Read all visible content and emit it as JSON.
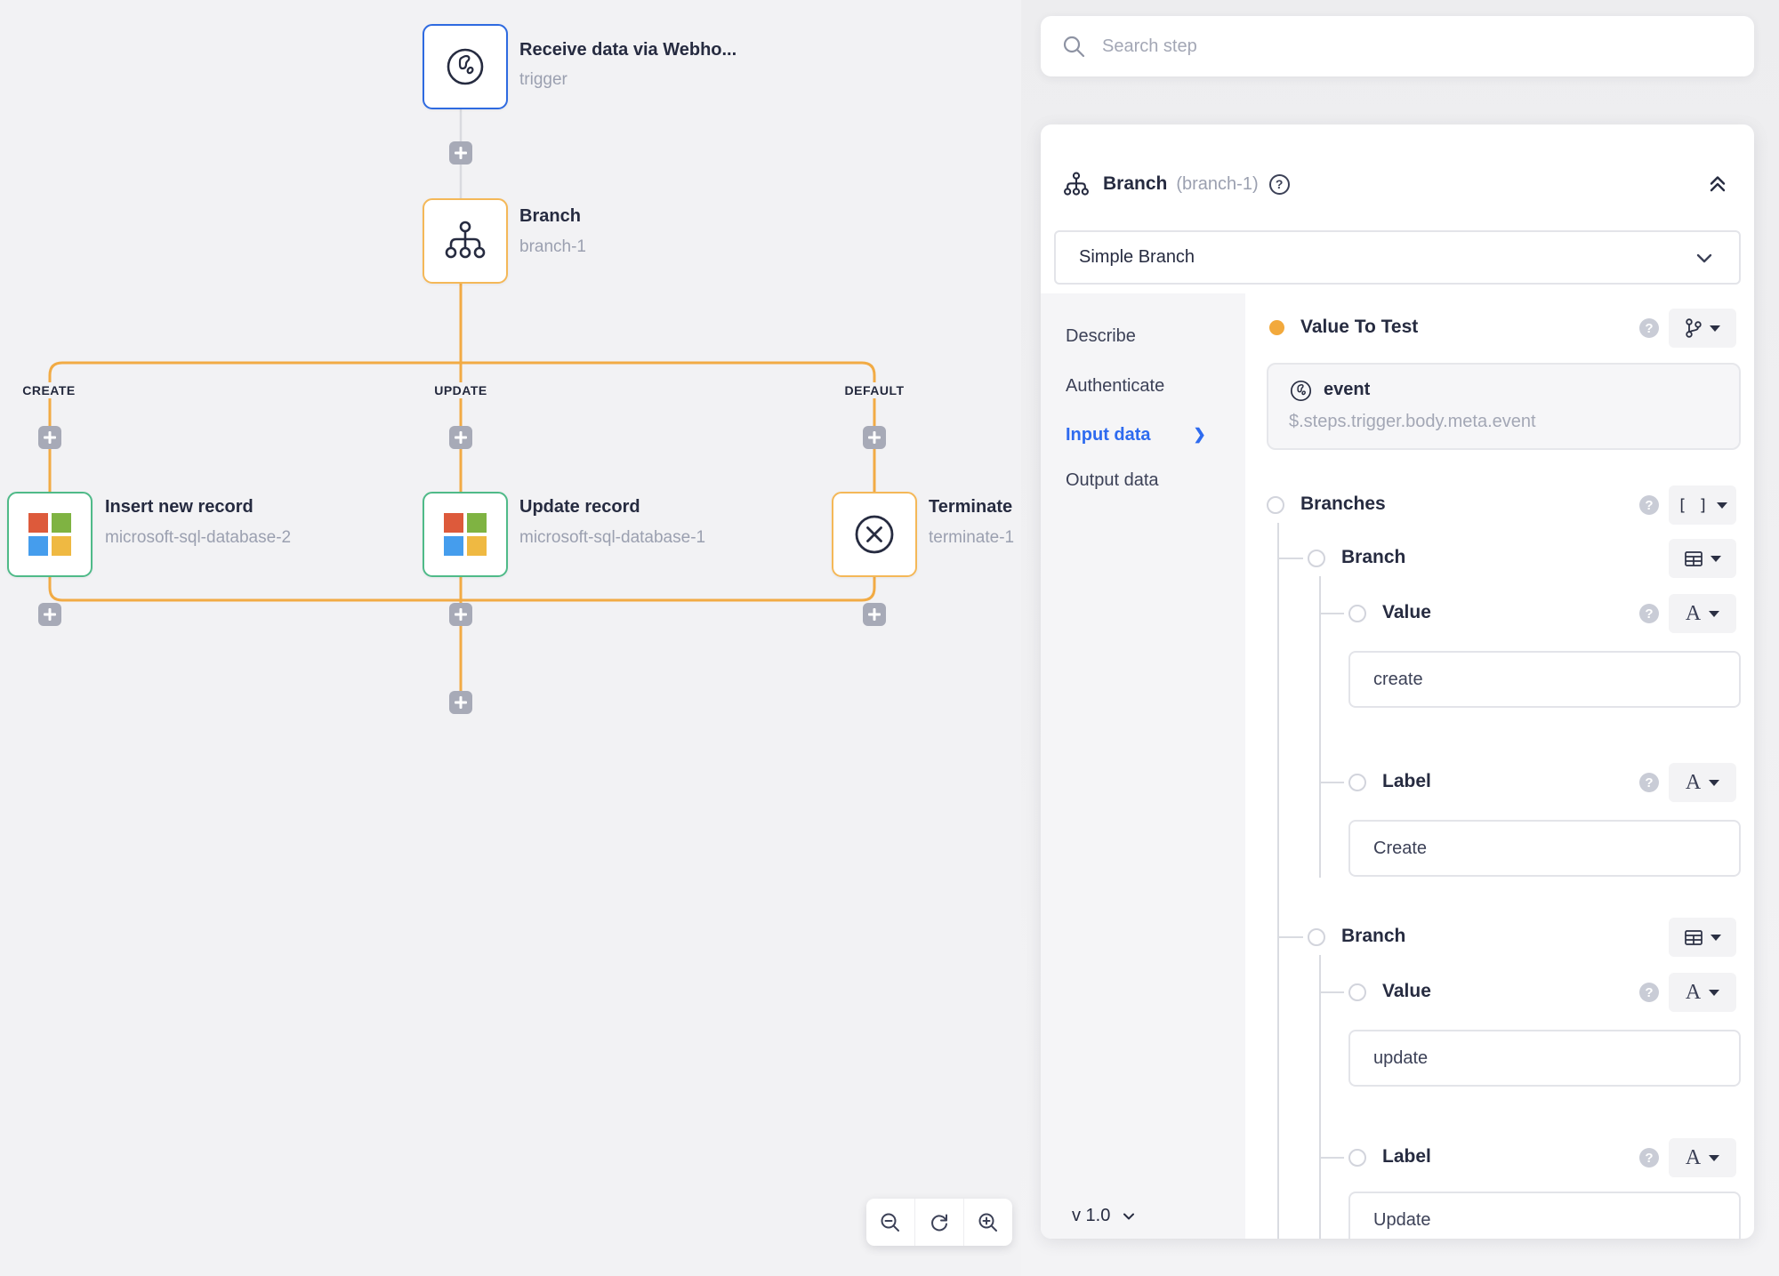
{
  "colors": {
    "trigger_border_blue": "#2e6ae0",
    "branch_border_orange": "#f4b858",
    "action_border_green": "#4fba88",
    "connector_orange": "#f2ab44",
    "tab_active_blue": "#2e6bef",
    "value_dot_orange": "#f2a93c",
    "ms_red": "#dd5a3b",
    "ms_green": "#7fb342",
    "ms_blue": "#459ded",
    "ms_yellow": "#efb942"
  },
  "canvas": {
    "trigger": {
      "title": "Receive data via Webho...",
      "subtitle": "trigger"
    },
    "branch_node": {
      "title": "Branch",
      "subtitle": "branch-1"
    },
    "branch_labels": {
      "create": "CREATE",
      "update": "UPDATE",
      "default": "DEFAULT"
    },
    "insert_node": {
      "title": "Insert new record",
      "subtitle": "microsoft-sql-database-2"
    },
    "update_node": {
      "title": "Update record",
      "subtitle": "microsoft-sql-database-1"
    },
    "terminate_node": {
      "title": "Terminate",
      "subtitle": "terminate-1"
    }
  },
  "search": {
    "placeholder": "Search step"
  },
  "panel": {
    "header": {
      "title": "Branch",
      "id": "(branch-1)"
    },
    "dropdown_value": "Simple Branch",
    "tabs": [
      {
        "label": "Describe"
      },
      {
        "label": "Authenticate"
      },
      {
        "label": "Input data"
      },
      {
        "label": "Output data"
      }
    ],
    "version": "v 1.0",
    "content": {
      "value_to_test_label": "Value To Test",
      "token": {
        "name": "event",
        "path": "$.steps.trigger.body.meta.event"
      },
      "branches_label": "Branches",
      "type_glyphs": {
        "array": "[ ]",
        "string": "A"
      },
      "groups": [
        {
          "label": "Branch",
          "fields": [
            {
              "label": "Value",
              "value": "create"
            },
            {
              "label": "Label",
              "value": "Create"
            }
          ]
        },
        {
          "label": "Branch",
          "fields": [
            {
              "label": "Value",
              "value": "update"
            },
            {
              "label": "Label",
              "value": "Update"
            }
          ]
        }
      ]
    }
  }
}
